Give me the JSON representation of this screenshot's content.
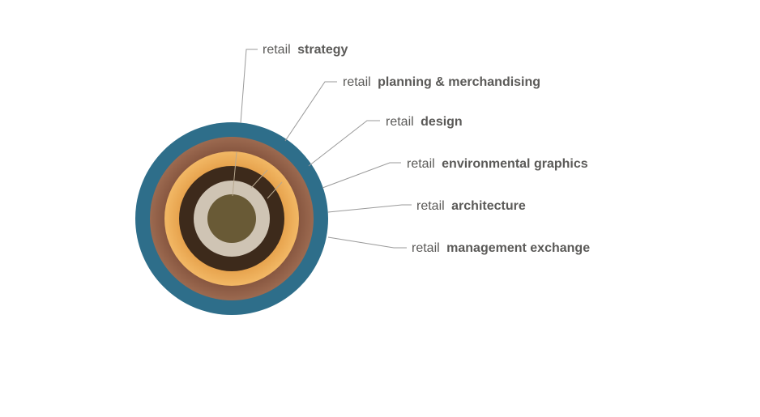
{
  "diagram": {
    "layers": [
      {
        "prefix": "retail",
        "name": "strategy",
        "color": "#2f6f8b",
        "accent": "#2f6f8b"
      },
      {
        "prefix": "retail",
        "name": "planning & merchandising",
        "color": "#86533e",
        "accent": "#a36f52"
      },
      {
        "prefix": "retail",
        "name": "design",
        "color": "#e39a45",
        "accent": "#f0b866"
      },
      {
        "prefix": "retail",
        "name": "environmental graphics",
        "color": "#3e2b1c",
        "accent": "#3e2b1c"
      },
      {
        "prefix": "retail",
        "name": "architecture",
        "color": "#cfc5b6",
        "accent": "#cfc5b6"
      },
      {
        "prefix": "retail",
        "name": "management exchange",
        "color": "#6b5c37",
        "accent": "#6b5c37"
      }
    ]
  }
}
